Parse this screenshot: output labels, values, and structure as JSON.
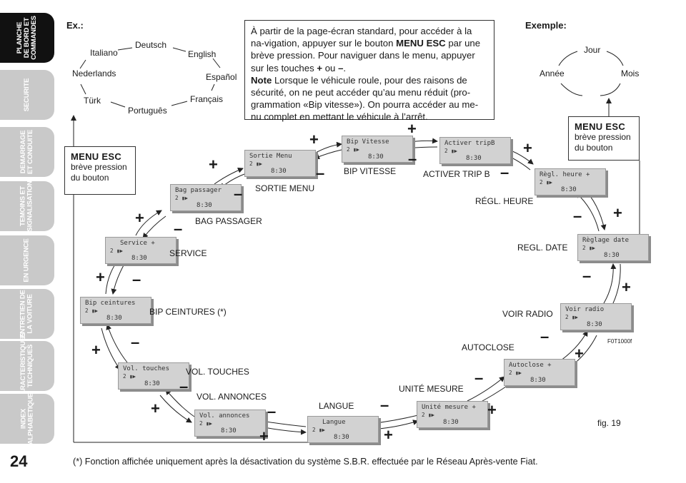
{
  "sidebar": {
    "tabs": [
      {
        "label": "PLANCHE\nDE BORD ET\nCOMMANDES",
        "active": true
      },
      {
        "label": "SECURITE",
        "active": false
      },
      {
        "label": "DEMARRAGE\nET CONDUITE",
        "active": false
      },
      {
        "label": "TEMOINS ET\nSIGNALISATION",
        "active": false
      },
      {
        "label": "EN URGENCE",
        "active": false
      },
      {
        "label": "ENTRETIEN DE\nLA VOITURE",
        "active": false
      },
      {
        "label": "CARACTERISTIQUES\nTECHNIQUES",
        "active": false
      },
      {
        "label": "INDEX\nALPHABETIQUE",
        "active": false
      }
    ]
  },
  "page_number": "24",
  "example_label": "Ex.:",
  "exemple_label": "Exemple:",
  "languages": [
    "Deutsch",
    "English",
    "Español",
    "Français",
    "Português",
    "Türk",
    "Nederlands",
    "Italiano"
  ],
  "date_example": [
    "Jour",
    "Mois",
    "Année"
  ],
  "intro": {
    "text1": "À partir de la page-écran standard, pour accéder à la na-vigation, appuyer sur le bouton ",
    "menu_esc": "MENU ESC",
    "text2": " par une brève pression. Pour naviguer dans le menu, appuyer sur les touches ",
    "plus": "+",
    "ou": " ou ",
    "minus": "–",
    "dot": ".",
    "note_label": "Note",
    "note_text": " Lorsque le véhicule roule, pour des raisons de sécurité, on ne peut accéder qu’au menu réduit (pro-grammation «Bip vitesse»). On pourra accéder au me-nu complet en mettant le véhicule à l’arrêt."
  },
  "menu_esc_box": {
    "title": "MENU ESC",
    "line1": "brève pression",
    "line2": "du bouton"
  },
  "lcd": {
    "status": "2 ▮▶",
    "time": "8:30"
  },
  "screens": [
    {
      "display": "Sortie Menu",
      "label": "SORTIE MENU"
    },
    {
      "display": "Bip Vitesse",
      "label": "BIP VITESSE"
    },
    {
      "display": "Activer tripB",
      "label": "ACTIVER TRIP B"
    },
    {
      "display": "Règl. heure +",
      "label": "RÉGL. HEURE"
    },
    {
      "display": "Règlage date",
      "label": "REGL. DATE"
    },
    {
      "display": "Voir radio",
      "label": "VOIR RADIO"
    },
    {
      "display": "Autoclose +",
      "label": "AUTOCLOSE"
    },
    {
      "display": "Unité mesure +",
      "label": "UNITÉ MESURE"
    },
    {
      "display": "Langue",
      "label": "LANGUE"
    },
    {
      "display": "Vol. annonces",
      "label": "VOL. ANNONCES"
    },
    {
      "display": "Vol. touches",
      "label": "VOL. TOUCHES"
    },
    {
      "display": "Bip ceintures",
      "label": "BIP  CEINTURES (*)"
    },
    {
      "display": "Service +",
      "label": "SERVICE"
    },
    {
      "display": "Bag passager",
      "label": "BAG PASSAGER"
    }
  ],
  "figure_code": "F0T1000f",
  "figure_caption": "fig. 19",
  "footnote": "(*) Fonction affichée uniquement après la désactivation du système S.B.R. effectuée par le Réseau Après-vente Fiat.",
  "signs": {
    "plus": "+",
    "minus": "–"
  }
}
